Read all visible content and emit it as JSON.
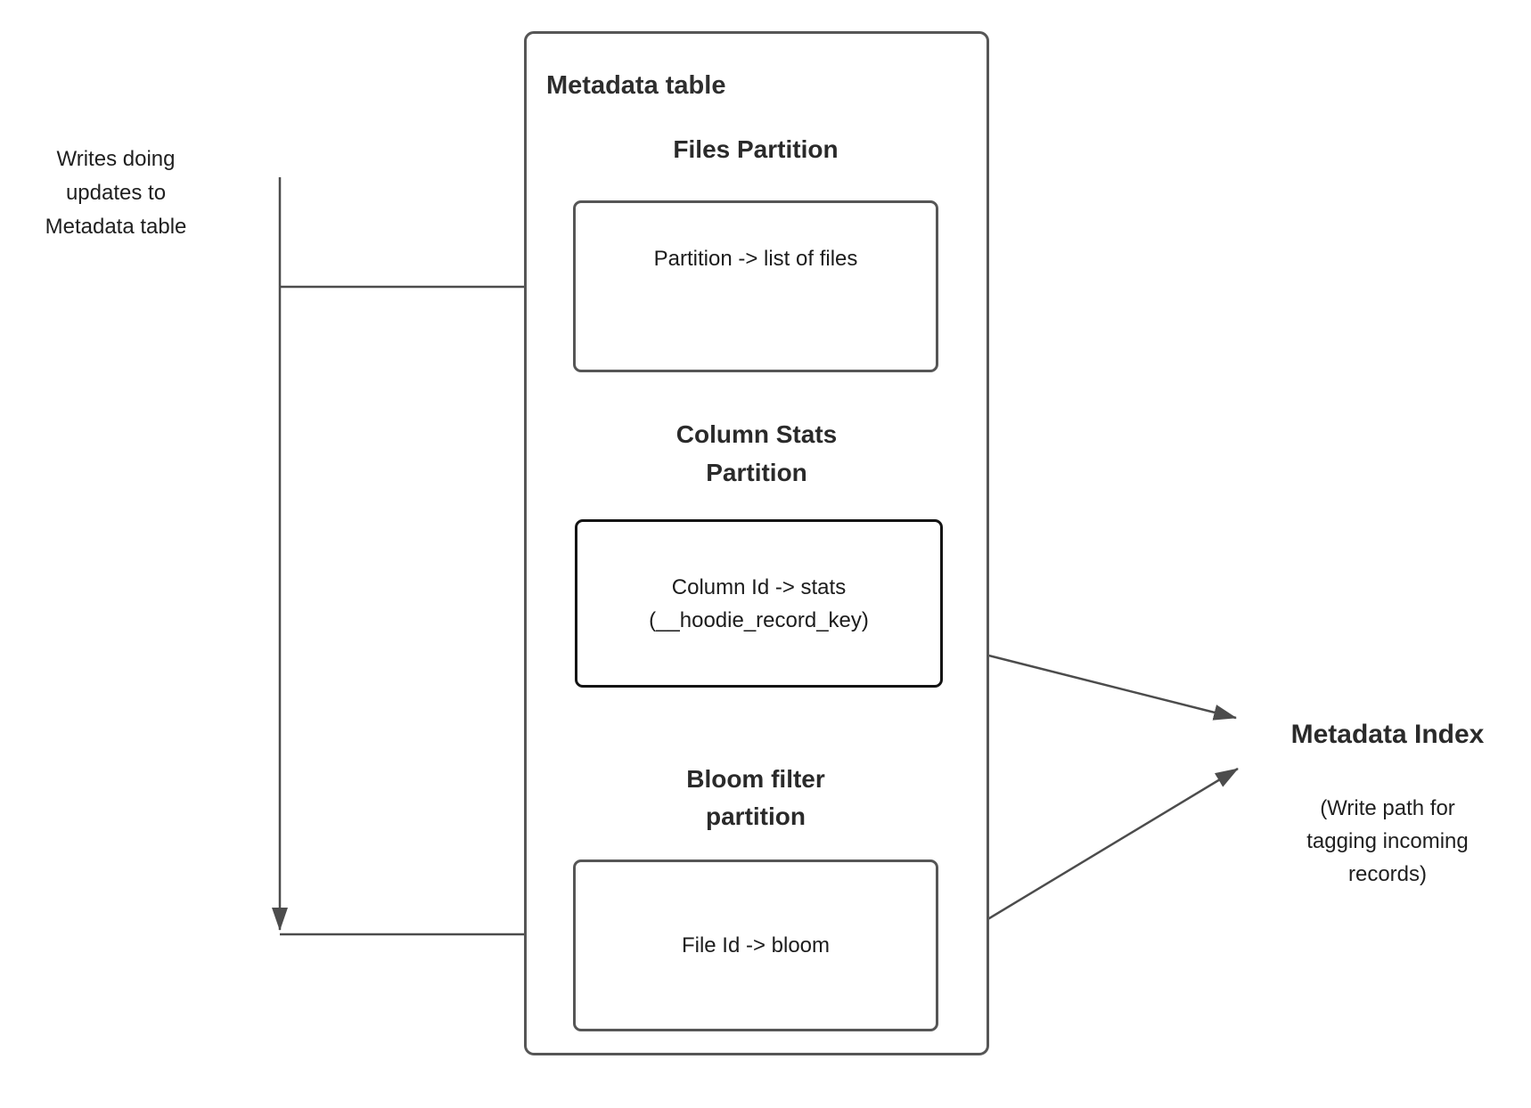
{
  "colors": {
    "line": "#4c4c4c",
    "box_border": "#565656",
    "emphasis_box_border": "#141414",
    "text": "#1f1f1f",
    "background": "#ffffff"
  },
  "writes_annotation": "Writes doing\nupdates to\nMetadata table",
  "metadata_table": {
    "title": "Metadata table",
    "files_partition": {
      "heading": "Files Partition",
      "mapping": "Partition -> list of files"
    },
    "column_stats_partition": {
      "heading": "Column Stats\nPartition",
      "mapping": "Column Id  -> stats\n(__hoodie_record_key)"
    },
    "bloom_filter_partition": {
      "heading": "Bloom filter\npartition",
      "mapping": "File Id -> bloom"
    }
  },
  "metadata_index": {
    "title": "Metadata Index",
    "subtitle": "(Write path for\ntagging incoming\nrecords)"
  }
}
